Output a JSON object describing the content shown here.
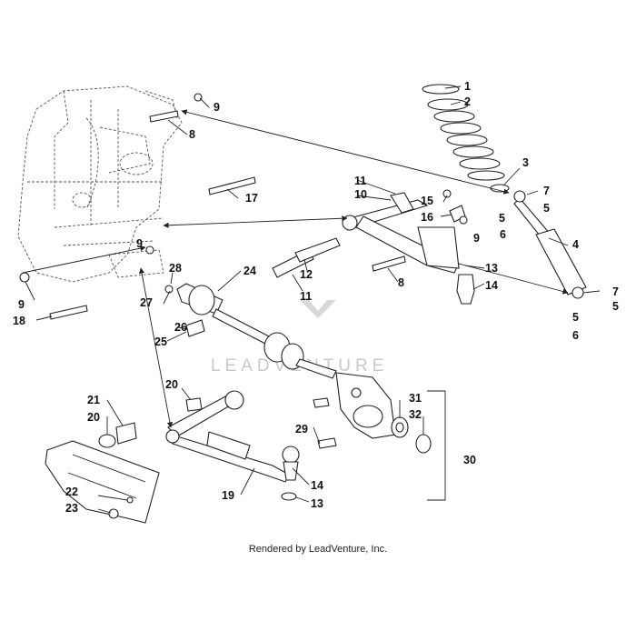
{
  "watermark": {
    "text": "LEADVENTURE"
  },
  "footer": {
    "text": "Rendered by LeadVenture, Inc."
  },
  "callouts": [
    "1",
    "2",
    "3",
    "4",
    "5",
    "5",
    "5",
    "5",
    "6",
    "6",
    "7",
    "7",
    "8",
    "8",
    "9",
    "9",
    "9",
    "9",
    "10",
    "11",
    "11",
    "12",
    "13",
    "13",
    "14",
    "14",
    "15",
    "16",
    "17",
    "18",
    "19",
    "20",
    "20",
    "21",
    "22",
    "23",
    "24",
    "25",
    "26",
    "27",
    "28",
    "29",
    "30",
    "31",
    "32"
  ]
}
